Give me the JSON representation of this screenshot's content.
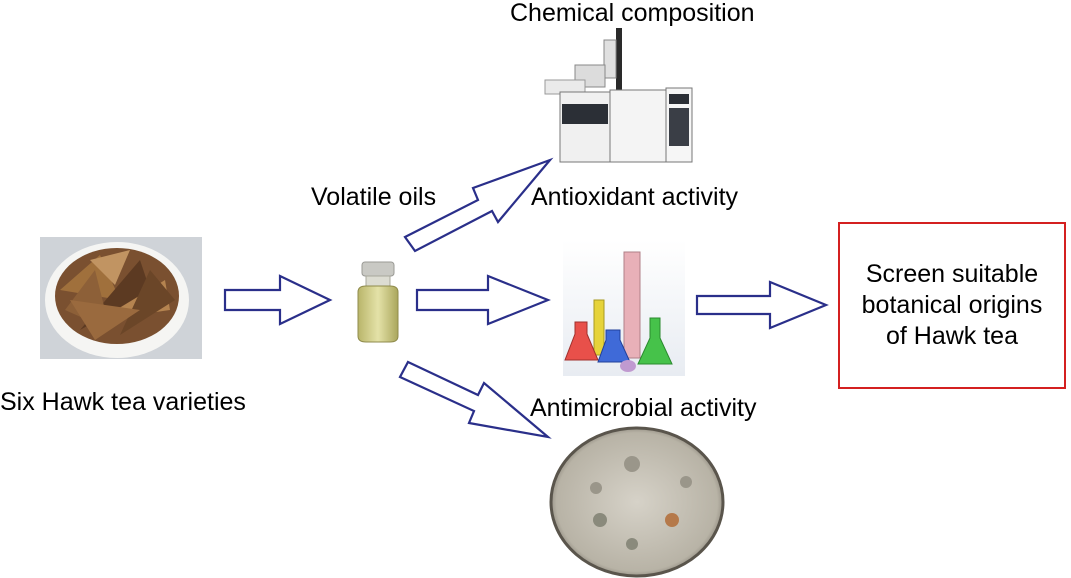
{
  "labels": {
    "chemical_composition": "Chemical composition",
    "volatile_oils": "Volatile oils",
    "antioxidant_activity": "Antioxidant activity",
    "antimicrobial_activity": "Antimicrobial activity",
    "six_varieties": "Six Hawk tea varieties"
  },
  "result_box": {
    "line1": "Screen suitable",
    "line2": "botanical origins",
    "line3": "of Hawk tea",
    "border_color": "#d42020"
  },
  "arrow_color": "#2a2f8a",
  "illustrations": [
    "tea-leaves-bowl",
    "oil-jar",
    "gc-ms-instrument",
    "lab-glassware",
    "petri-dish"
  ]
}
